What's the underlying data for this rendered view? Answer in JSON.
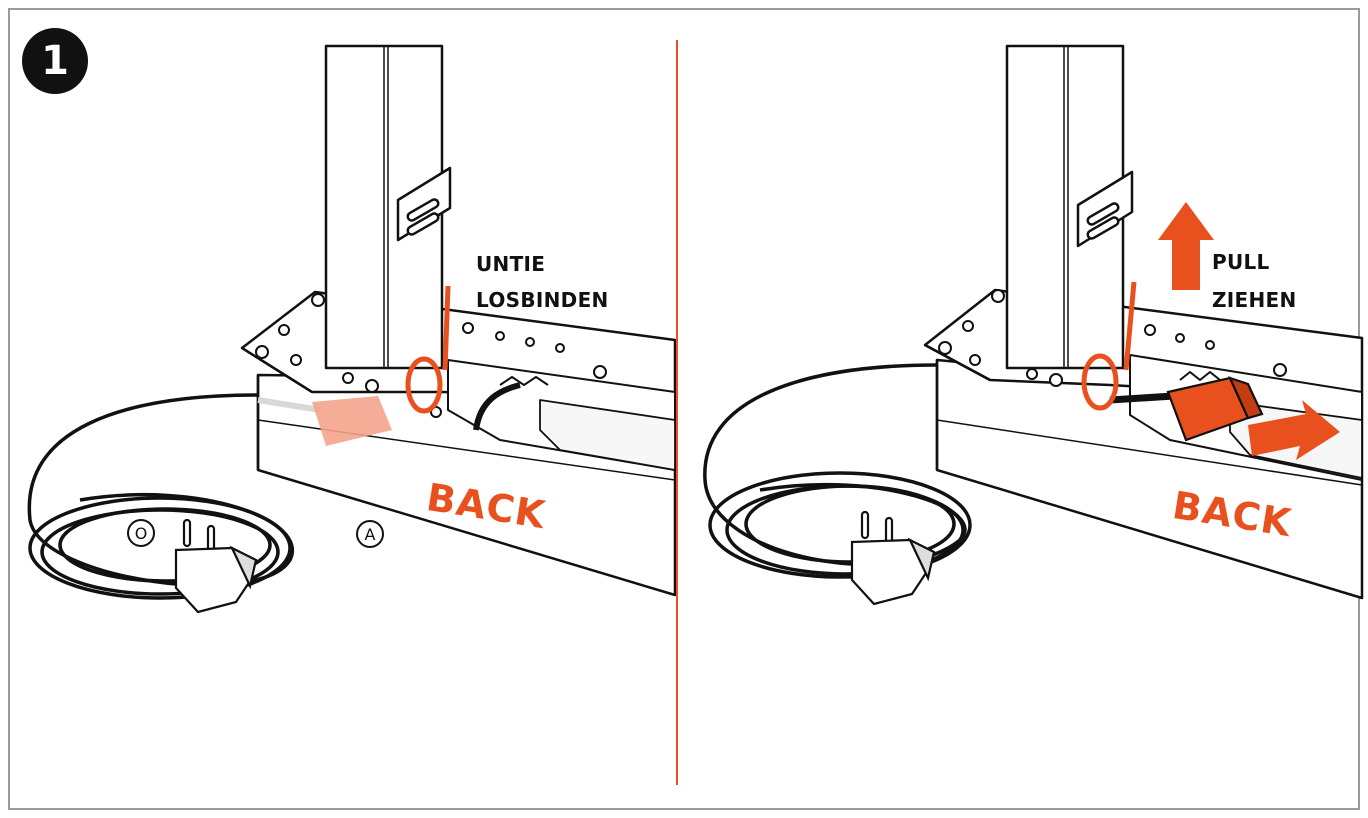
{
  "step_number": "1",
  "colors": {
    "accent": "#e8501e",
    "ink": "#111111",
    "frame": "#9a9a9a",
    "faded_plug": "#f4a48c"
  },
  "left_panel": {
    "instruction_en": "UNTIE",
    "instruction_de": "LOSBINDEN",
    "side_label": "BACK",
    "marker_o": "O",
    "marker_a": "A"
  },
  "right_panel": {
    "instruction_en": "PULL",
    "instruction_de": "ZIEHEN",
    "side_label": "BACK"
  }
}
